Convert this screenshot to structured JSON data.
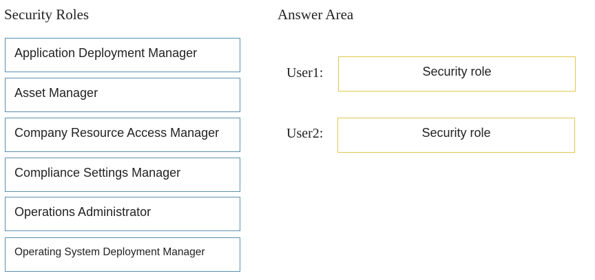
{
  "security_roles": {
    "title": "Security Roles",
    "items": [
      {
        "label": "Application Deployment Manager"
      },
      {
        "label": "Asset Manager"
      },
      {
        "label": "Company Resource Access Manager"
      },
      {
        "label": "Compliance Settings Manager"
      },
      {
        "label": "Operations Administrator"
      },
      {
        "label": "Operating System Deployment Manager"
      }
    ]
  },
  "answer_area": {
    "title": "Answer Area",
    "rows": [
      {
        "user": "User1:",
        "placeholder": "Security role"
      },
      {
        "user": "User2:",
        "placeholder": "Security role"
      }
    ]
  },
  "colors": {
    "role_border": "#5b8db0",
    "target_border": "#e0c84a"
  }
}
